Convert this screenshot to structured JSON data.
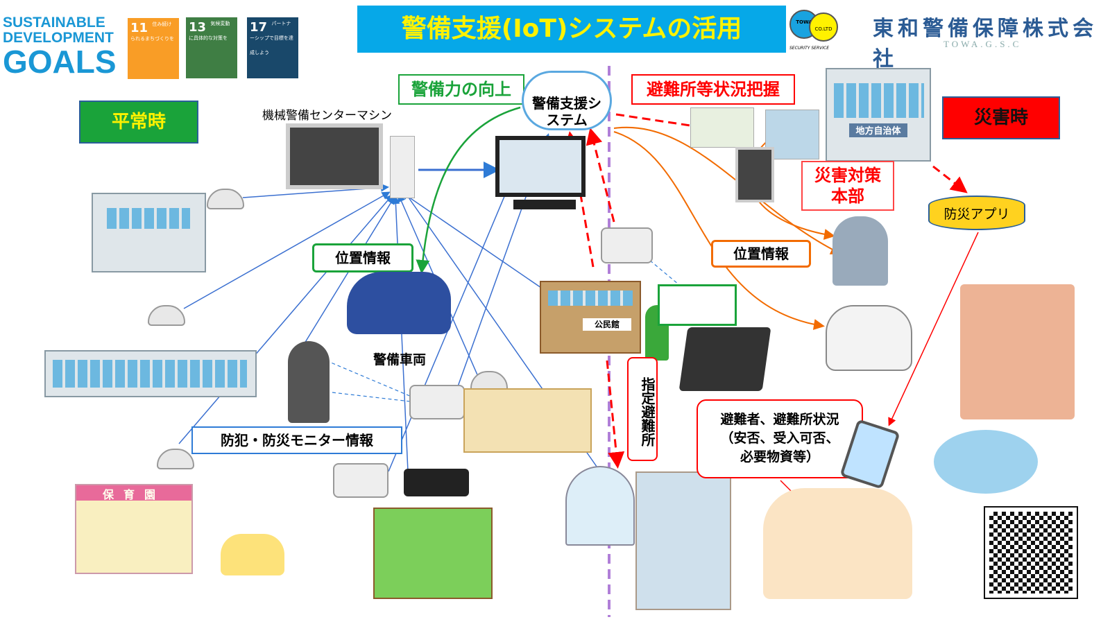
{
  "header": {
    "title": "警備支援(IoT)システムの活用",
    "company_name": "東和警備保障株式会社",
    "company_roman": "TOWA.G.S.C",
    "logo_text": [
      "TOWA",
      "CO.LTD",
      "SECURITY SERVICE"
    ]
  },
  "sdgs": {
    "logo_lines": [
      "SUSTAINABLE",
      "DEVELOPMENT",
      "GOALS"
    ],
    "goals": [
      {
        "num": "11",
        "text": "住み続けられるまちづくりを",
        "color": "#f99d26"
      },
      {
        "num": "13",
        "text": "気候変動に具体的な対策を",
        "color": "#3f7e44"
      },
      {
        "num": "17",
        "text": "パートナーシップで目標を達成しよう",
        "color": "#19486a"
      }
    ]
  },
  "labels": {
    "normal_time": "平常時",
    "disaster_time": "災害時",
    "security_improve": "警備力の向上",
    "shelter_status": "避難所等状況把握",
    "system_cloud": "警備支援システム",
    "center_machine": "機械警備センターマシン",
    "location_green": "位置情報",
    "location_orange": "位置情報",
    "vehicle": "警備車両",
    "monitor_info": "防犯・防災モニター情報",
    "designated_shelter": "指定避難所",
    "evacuee_status": [
      "避難者、避難所状況",
      "（安否、受入可否、",
      "必要物資等）"
    ],
    "hq": [
      "災害対策",
      "本部"
    ],
    "local_gov": "地方自治体",
    "disaster_app": "防災アプリ",
    "community_center": "公民館",
    "nursery": "保育園"
  },
  "colors": {
    "green": "#1aa33a",
    "red": "#ff0000",
    "orange": "#f26b00",
    "blue": "#2e7bd6",
    "purple": "#b07fd8"
  }
}
